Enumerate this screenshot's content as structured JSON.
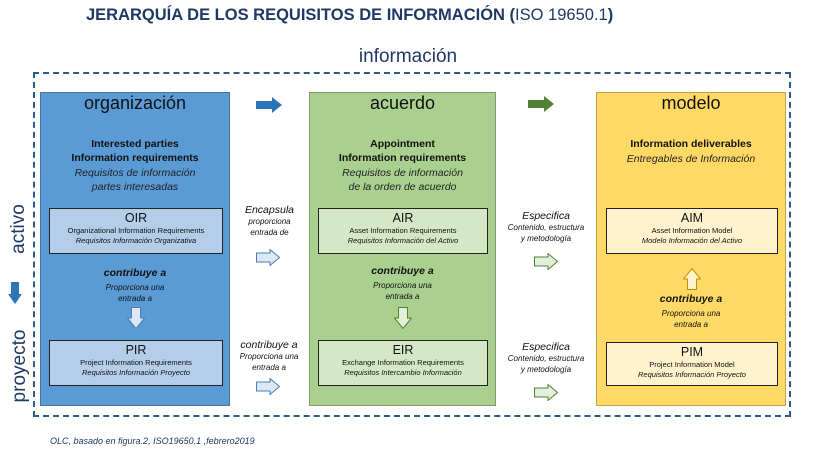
{
  "title": {
    "main": "JERARQUÍA DE LOS REQUISITOS DE INFORMACIÓN (",
    "iso": "ISO 19650.1",
    "close": ")"
  },
  "information_label": "información",
  "side_labels": {
    "asset": "activo",
    "project": "proyecto"
  },
  "columns": {
    "organizacion": {
      "title": "organización",
      "head_line1": "Interested parties",
      "head_line2": "Information requirements",
      "sub_line1": "Requisitos de información",
      "sub_line2": "partes interesadas",
      "top_box": {
        "abbr": "OIR",
        "en": "Organizational Information Requirements",
        "es": "Requisitos Información Organizativa"
      },
      "contrib": "contribuye a",
      "contrib_sub1": "Proporciona una",
      "contrib_sub2": "entrada a",
      "bottom_box": {
        "abbr": "PIR",
        "en": "Project Information Requirements",
        "es": "Requisitos Información Proyecto"
      }
    },
    "acuerdo": {
      "title": "acuerdo",
      "head_line1": "Appointment",
      "head_line2": "Information requirements",
      "sub_line1": "Requisitos de información",
      "sub_line2": "de la orden de acuerdo",
      "top_box": {
        "abbr": "AIR",
        "en": "Asset Information Requirements",
        "es": "Requisitos Información del Activo"
      },
      "contrib": "contribuye a",
      "contrib_sub1": "Proporciona una",
      "contrib_sub2": "entrada a",
      "bottom_box": {
        "abbr": "EIR",
        "en": "Exchange Information Requirements",
        "es": "Requisitos Intercambio Información"
      }
    },
    "modelo": {
      "title": "modelo",
      "head_line1": "Information deliverables",
      "sub_line1": "Entregables de Información",
      "top_box": {
        "abbr": "AIM",
        "en": "Asset Information Model",
        "es": "Modelo Información del Activo"
      },
      "contrib": "contribuye a",
      "contrib_sub1": "Proporciona una",
      "contrib_sub2": "entrada a",
      "bottom_box": {
        "abbr": "PIM",
        "en": "Project Information Model",
        "es": "Requisitos Información Proyecto"
      }
    }
  },
  "between": {
    "encapsula": {
      "main": "Encapsula",
      "sub1": "proporciona",
      "sub2": "entrada de"
    },
    "contribuye": {
      "main": "contribuye a",
      "sub1": "Proporciona una",
      "sub2": "entrada a"
    },
    "especifica_top": {
      "main": "Especifica",
      "sub1": "Contenido, estructura",
      "sub2": "y metodología"
    },
    "especifica_bottom": {
      "main": "Especifica",
      "sub1": "Contenido, estructura",
      "sub2": "y metodología"
    }
  },
  "footer": "OLC, basado en figura.2, ISO19650.1 ,febrero2019",
  "colors": {
    "organizacion": "#5b9bd5",
    "acuerdo": "#a9d08e",
    "modelo": "#ffd966",
    "title": "#1f3864",
    "arrow_blue": "#2e75b6",
    "arrow_green": "#548235"
  }
}
